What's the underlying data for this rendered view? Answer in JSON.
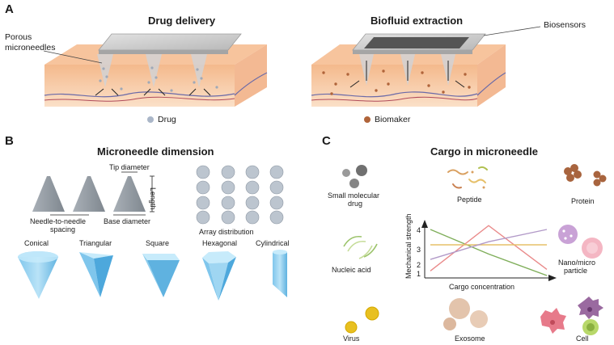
{
  "panel_a": {
    "letter": "A",
    "drug_delivery_title": "Drug delivery",
    "biofluid_title": "Biofluid extraction",
    "porous_label_1": "Porous",
    "porous_label_2": "microneedles",
    "biosensors_label": "Biosensors",
    "legend_drug": "Drug",
    "legend_biomaker": "Biomaker",
    "colors": {
      "drug": "#aab6c8",
      "biomaker": "#b0643a",
      "skin": "#f6c79f"
    }
  },
  "panel_b": {
    "letter": "B",
    "title": "Microneedle dimension",
    "tip_diameter": "Tip diameter",
    "length": "Length",
    "spacing_1": "Needle-to-needle",
    "spacing_2": "spacing",
    "base_diameter": "Base diameter",
    "array_distribution": "Array distribution",
    "shapes": [
      "Conical",
      "Triangular",
      "Square",
      "Hexagonal",
      "Cylindrical"
    ]
  },
  "panel_c": {
    "letter": "C",
    "title": "Cargo in microneedle",
    "small_molecular_1": "Small molecular",
    "small_molecular_2": "drug",
    "peptide": "Peptide",
    "protein": "Protein",
    "nucleic_acid": "Nucleic acid",
    "nano_1": "Nano/micro",
    "nano_2": "particle",
    "virus": "Virus",
    "exosome": "Exosome",
    "cell": "Cell"
  },
  "chart_data": {
    "type": "line",
    "xlabel": "Cargo concentration",
    "ylabel": "Mechanical strength",
    "y_ticks": [
      "1",
      "2",
      "3",
      "4"
    ],
    "ylim": [
      1,
      4
    ],
    "x": [
      0,
      0.5,
      1
    ],
    "series": [
      {
        "color": "#7fae5a",
        "values": [
          4.0,
          2.4,
          1.0
        ]
      },
      {
        "color": "#e98a8a",
        "values": [
          1.3,
          4.25,
          1.4
        ]
      },
      {
        "color": "#e6c069",
        "values": [
          3.0,
          3.0,
          3.0
        ]
      },
      {
        "color": "#b29ac8",
        "values": [
          2.05,
          3.2,
          4.0
        ]
      }
    ]
  }
}
